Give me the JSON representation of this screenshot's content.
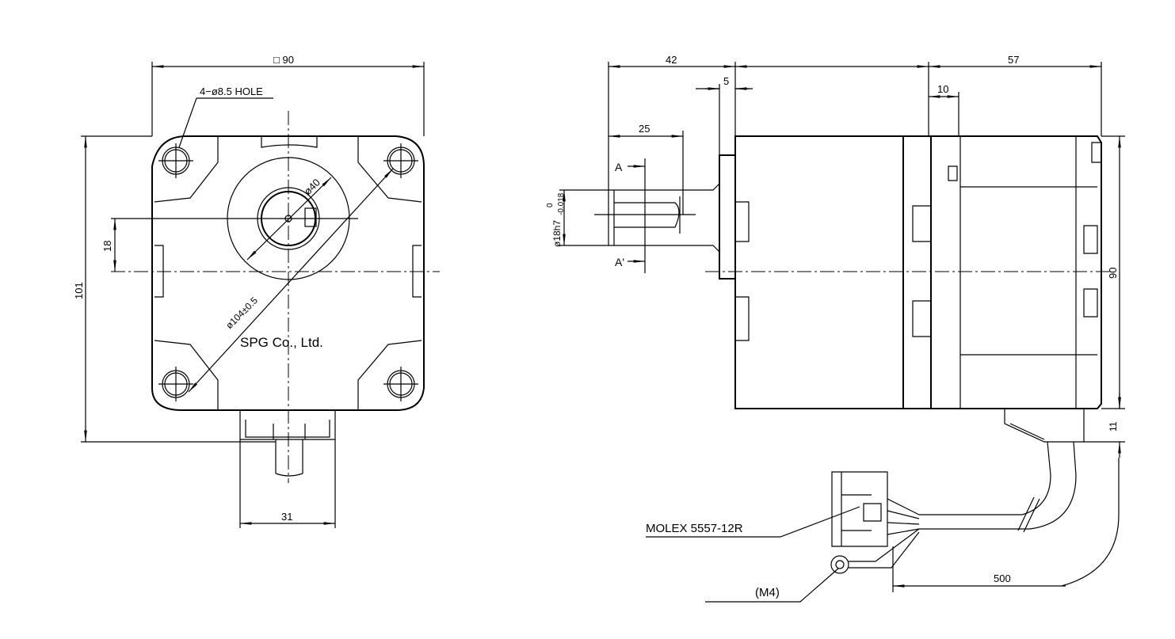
{
  "front_view": {
    "width_dim": "□ 90",
    "hole_note": "4−ø8.5 HOLE",
    "pilot_dim": "ø40",
    "pcd_dim": "ø104±0.5",
    "maker": "SPG Co., Ltd.",
    "height_dim": "101",
    "offset_dim": "18",
    "connector_width_dim": "31"
  },
  "side_view": {
    "shaft_length_dim": "42",
    "flange_dim": "5",
    "key_length_dim": "25",
    "shaft_dia_dim": "ø18h7",
    "shaft_tol_upper": "0",
    "shaft_tol_lower": "-0.018",
    "section_a": "A",
    "section_a_prime": "A'",
    "rear_dim": "57",
    "ring_dim": "10",
    "height_dim": "90",
    "box_dim": "11",
    "connector_label": "MOLEX 5557-12R",
    "terminal_label": "(M4)",
    "lead_length_dim": "500"
  }
}
